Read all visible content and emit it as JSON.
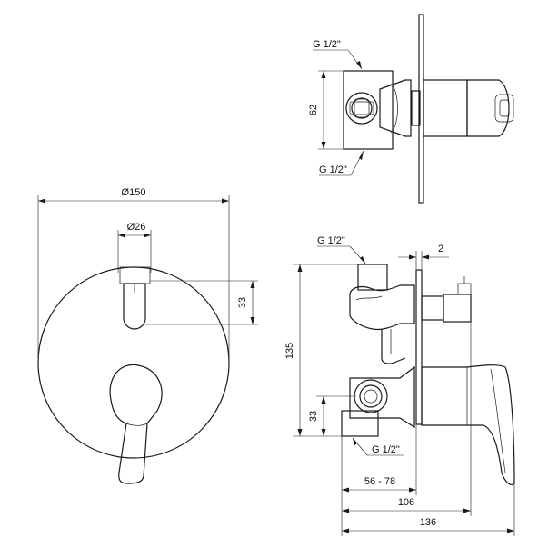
{
  "front_view": {
    "plate_diameter": "Ø150",
    "knob_diameter": "Ø26",
    "knob_offset": "33"
  },
  "top_view": {
    "inlet_top": "G 1/2\"",
    "inlet_bottom": "G 1/2\"",
    "body_height": "62"
  },
  "side_view": {
    "top_outlet": "G 1/2\"",
    "plate_thickness": "2",
    "overall_height": "135",
    "lower_offset": "33",
    "bottom_inlet": "G 1/2\"",
    "mount_depth": "56 - 78",
    "depth_to_handle": "106",
    "overall_depth": "136"
  }
}
